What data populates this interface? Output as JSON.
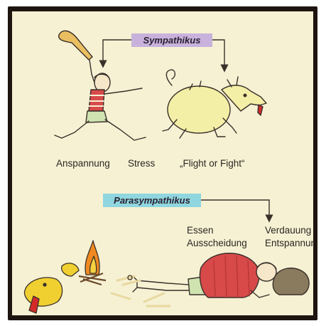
{
  "labels": {
    "sympathikus": "Sympathikus",
    "parasympathikus": "Parasympathikus",
    "anspannung": "Anspannung",
    "stress": "Stress",
    "flight_or_fight": "„Flight or Fight“",
    "essen": "Essen",
    "ausscheidung": "Ausscheidung",
    "verdauung": "Verdauung",
    "entspannung": "Entspannung"
  },
  "colors": {
    "background": "#f6f1d3",
    "frame": "#1e1510",
    "sympathikus_tag": "#c8b2dc",
    "parasympathikus_tag": "#8fd6df",
    "creature": "#f4efa6",
    "shirt": "#d84a4a",
    "fire": "#f08a20",
    "dead_creature": "#f0d030",
    "stone": "#8b7b5e"
  },
  "icons": [
    "caveman-running-icon",
    "club-icon",
    "boar-creature-icon",
    "caveman-resting-icon",
    "campfire-icon",
    "bones-icon",
    "dead-creature-icon",
    "stone-icon"
  ]
}
